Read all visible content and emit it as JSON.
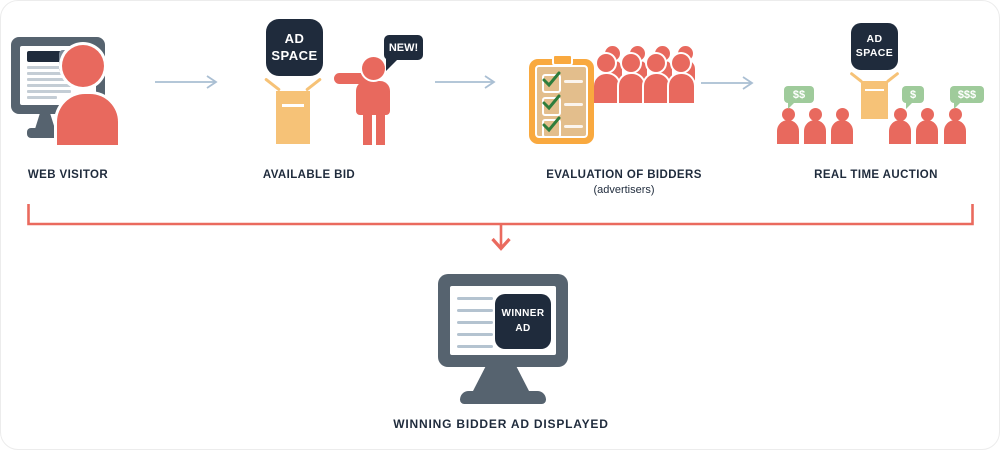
{
  "steps": [
    {
      "label": "WEB VISITOR"
    },
    {
      "label": "AVAILABLE BID",
      "ad_space": {
        "line1": "AD",
        "line2": "SPACE"
      },
      "speech_bubble": "NEW!"
    },
    {
      "label": "EVALUATION OF BIDDERS",
      "sublabel": "(advertisers)"
    },
    {
      "label": "REAL TIME AUCTION",
      "ad_space": {
        "line1": "AD",
        "line2": "SPACE"
      },
      "bid_bubbles": [
        "$$",
        "$",
        "$$$"
      ]
    }
  ],
  "result": {
    "label": "WINNING BIDDER AD DISPLAYED",
    "winner_ad": {
      "line1": "WINNER",
      "line2": "AD"
    }
  },
  "colors": {
    "person": "#E8695E",
    "monitor_slate": "#56636F",
    "badge_navy": "#1F2B3C",
    "podium_orange": "#F6C277",
    "clipboard_orange": "#F9A93F",
    "clipboard_paper": "#E3BE8C",
    "bid_bubble_green": "#9FCB9B",
    "check_green": "#2E7D3C",
    "flow_arrow_blue": "#AABFD3",
    "bracket_red": "#EA6A5E",
    "label_text": "#1F2B3C"
  }
}
